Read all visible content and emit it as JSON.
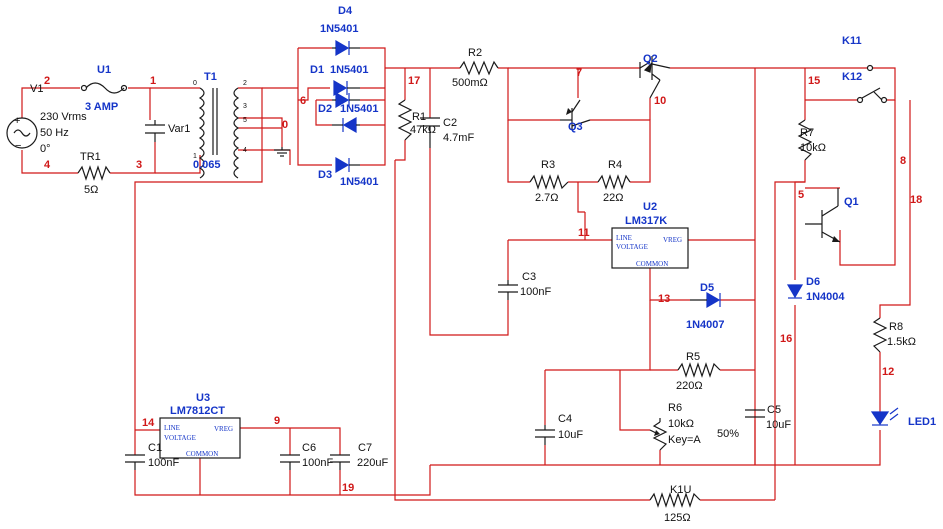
{
  "components": {
    "V1": {
      "name": "V1",
      "voltage": "230 Vrms",
      "freq": "50 Hz",
      "phase": "0°"
    },
    "U1": {
      "name": "U1",
      "rating": "3 AMP"
    },
    "T1": {
      "name": "T1",
      "value": "0.065",
      "pins": [
        "0",
        "1",
        "2",
        "3",
        "5",
        "4"
      ]
    },
    "Var1": {
      "name": "Var1"
    },
    "TR1": {
      "name": "TR1",
      "value": "5Ω"
    },
    "D1": {
      "name": "D1",
      "part": "1N5401"
    },
    "D2": {
      "name": "D2",
      "part": "1N5401"
    },
    "D3": {
      "name": "D3",
      "part": "1N5401"
    },
    "D4": {
      "name": "D4",
      "part": "1N5401"
    },
    "R1": {
      "name": "R1",
      "value": "47kΩ"
    },
    "C2": {
      "name": "C2",
      "value": "4.7mF"
    },
    "R2": {
      "name": "R2",
      "value": "500mΩ"
    },
    "Q2": {
      "name": "Q2"
    },
    "Q3": {
      "name": "Q3"
    },
    "R3": {
      "name": "R3",
      "value": "2.7Ω"
    },
    "R4": {
      "name": "R4",
      "value": "22Ω"
    },
    "U2": {
      "name": "U2",
      "part": "LM317K",
      "pin_line": "LINE",
      "pin_voltage": "VOLTAGE",
      "pin_vreg": "VREG",
      "pin_common": "COMMON"
    },
    "C3": {
      "name": "C3",
      "value": "100nF"
    },
    "D5": {
      "name": "D5",
      "part": "1N4007"
    },
    "R5": {
      "name": "R5",
      "value": "220Ω"
    },
    "R6": {
      "name": "R6",
      "value": "10kΩ",
      "key": "Key=A",
      "percent": "50%"
    },
    "C4": {
      "name": "C4",
      "value": "10uF"
    },
    "C5": {
      "name": "C5",
      "value": "10uF"
    },
    "K11": {
      "name": "K11"
    },
    "K12": {
      "name": "K12"
    },
    "R7": {
      "name": "R7",
      "value": "10kΩ"
    },
    "Q1": {
      "name": "Q1"
    },
    "D6": {
      "name": "D6",
      "part": "1N4004"
    },
    "R8": {
      "name": "R8",
      "value": "1.5kΩ"
    },
    "LED1": {
      "name": "LED1"
    },
    "U3": {
      "name": "U3",
      "part": "LM7812CT",
      "pin_line": "LINE",
      "pin_voltage": "VOLTAGE",
      "pin_vreg": "VREG",
      "pin_common": "COMMON"
    },
    "C1": {
      "name": "C1",
      "value": "100nF"
    },
    "C6": {
      "name": "C6",
      "value": "100nF"
    },
    "C7": {
      "name": "C7",
      "value": "220uF"
    },
    "K1U": {
      "name": "K1U",
      "value": "125Ω"
    }
  },
  "nets": {
    "n0": "0",
    "n2": "2",
    "n1": "1",
    "n3": "3",
    "n4": "4",
    "n6": "6",
    "n17": "17",
    "n7": "7",
    "n10": "10",
    "n15": "15",
    "n11": "11",
    "n13": "13",
    "n5": "5",
    "n8": "8",
    "n18": "18",
    "n16": "16",
    "n12": "12",
    "n14": "14",
    "n9": "9",
    "n19": "19"
  },
  "colors": {
    "wire": "#d01818",
    "component": "#1a1a1a",
    "label_blue": "#1535c8",
    "net_red": "#d01818"
  }
}
